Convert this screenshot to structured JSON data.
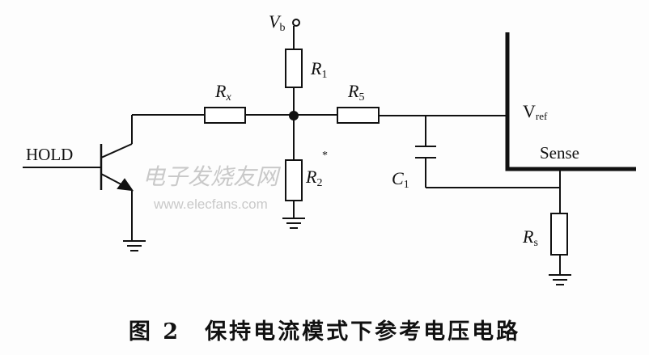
{
  "labels": {
    "vb": "V",
    "vb_sub": "b",
    "r1": "R",
    "r1_sub": "1",
    "rx": "R",
    "rx_sub": "x",
    "r5": "R",
    "r5_sub": "5",
    "r2": "R",
    "r2_sub": "2",
    "r2_mark": "*",
    "c1": "C",
    "c1_sub": "1",
    "hold": "HOLD",
    "vref": "V",
    "vref_sub": "ref",
    "sense": "Sense",
    "rs": "R",
    "rs_sub": "s"
  },
  "watermark": {
    "cn": "电子发烧友网",
    "url": "www.elecfans.com"
  },
  "caption": "图 2　保持电流模式下参考电压电路"
}
